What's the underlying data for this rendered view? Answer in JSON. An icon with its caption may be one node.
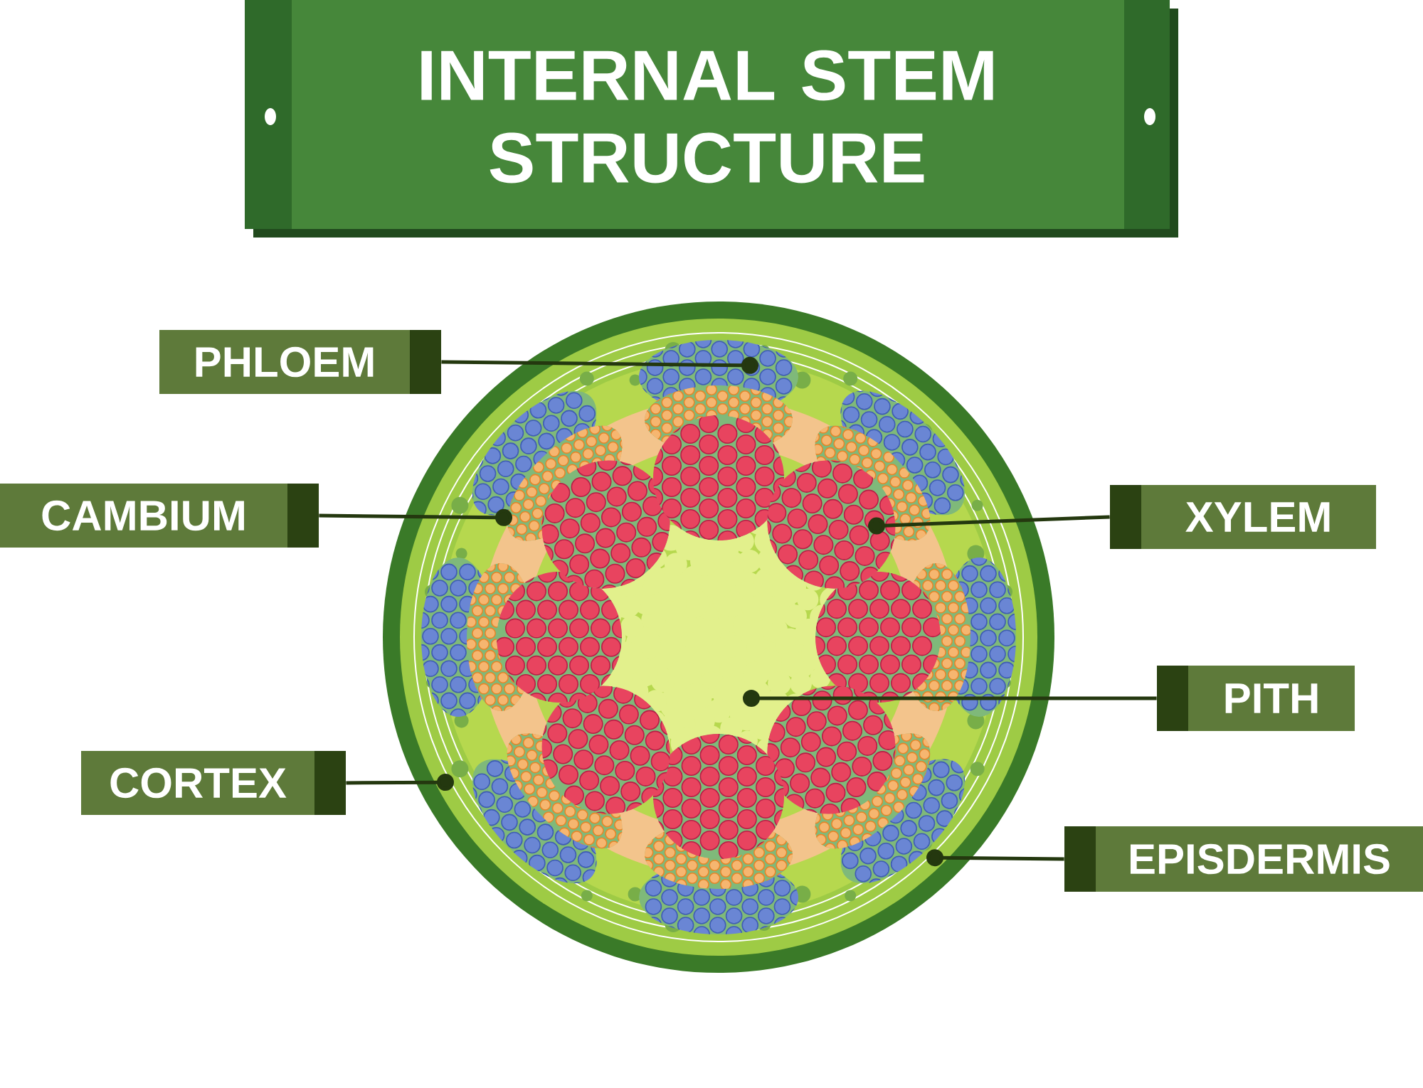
{
  "diagram": {
    "title": "INTERNAL STEM STRUCTURE",
    "nodes": [
      {
        "text": [
          "PHLOEM"
        ]
      },
      {
        "text": [
          "CAMBIUM"
        ]
      },
      {
        "text": [
          "CORTEX"
        ]
      },
      {
        "text": [
          "XYLEM"
        ]
      },
      {
        "text": [
          "PITH"
        ]
      },
      {
        "text": [
          "EPISDERMIS"
        ]
      }
    ],
    "edges": [
      {
        "from": 0,
        "to": null,
        "arrow": "other"
      },
      {
        "from": 1,
        "to": null,
        "arrow": "other"
      },
      {
        "from": 2,
        "to": null,
        "arrow": "other"
      },
      {
        "from": 3,
        "to": null,
        "arrow": "other"
      },
      {
        "from": 4,
        "to": null,
        "arrow": "other"
      },
      {
        "from": 5,
        "to": null,
        "arrow": "other"
      }
    ]
  }
}
